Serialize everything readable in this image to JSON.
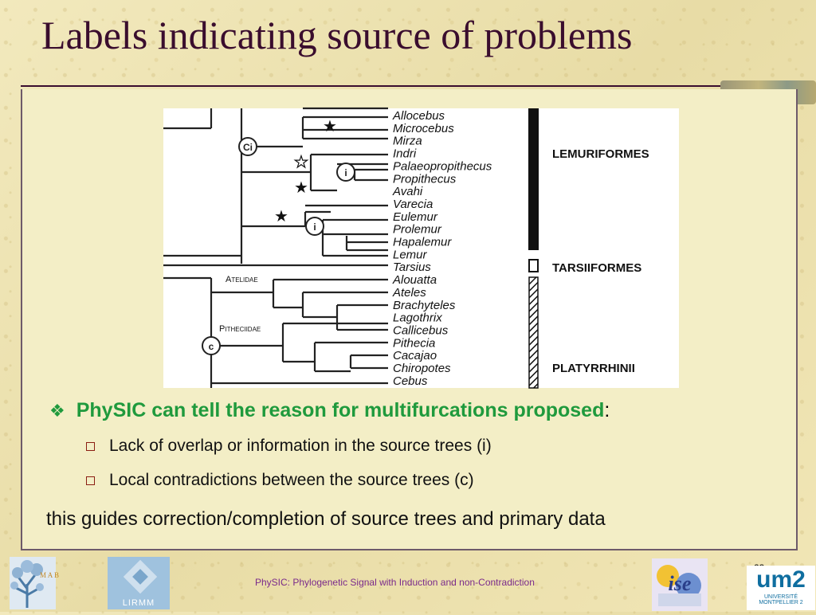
{
  "slide": {
    "title": "Labels indicating source of problems",
    "bullet": {
      "text": "PhySIC can tell the reason for multifurcations proposed",
      "suffix": ":"
    },
    "subbullets": [
      "Lack of overlap or information in the source trees  (i)",
      "Local contradictions between the source trees  (c)"
    ],
    "closing": "this guides correction/completion of source trees and primary data",
    "footer": "PhySIC: Phylogenetic Signal with Induction and non-Contradiction",
    "page_number": "23"
  },
  "figure": {
    "taxa": [
      "Allocebus",
      "Microcebus",
      "Mirza",
      "Indri",
      "Palaeopropithecus",
      "Propithecus",
      "Avahi",
      "Varecia",
      "Eulemur",
      "Prolemur",
      "Hapalemur",
      "Lemur",
      "Tarsius",
      "Alouatta",
      "Ateles",
      "Brachyteles",
      "Lagothrix",
      "Callicebus",
      "Pithecia",
      "Cacajao",
      "Chiropotes",
      "Cebus"
    ],
    "groups": [
      "LEMURIFORMES",
      "TARSIIFORMES",
      "PLATYRRHINII"
    ],
    "families": [
      {
        "cap": "A",
        "rest": "TELIDAE"
      },
      {
        "cap": "P",
        "rest": "ITHECIIDAE"
      }
    ],
    "node_labels": {
      "ci": "Ci",
      "i": "i",
      "c": "c"
    }
  },
  "logos": {
    "mab": "M A B",
    "lirmm": "LIRMM",
    "um2": "um2",
    "um2_caption": "UNIVERSITÉ MONTPELLIER 2"
  },
  "colors": {
    "title": "#3a0d2e",
    "bullet": "#1f9a3d",
    "footer": "#7a2a8b",
    "background": "#efe5b4"
  }
}
